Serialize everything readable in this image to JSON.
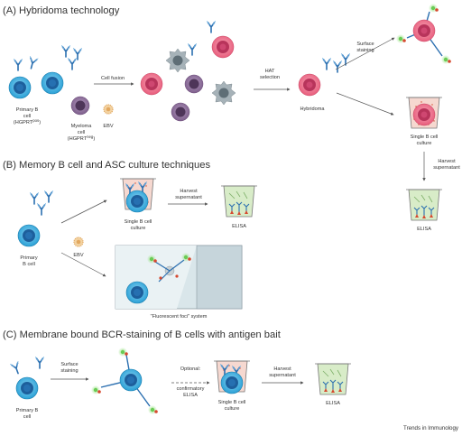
{
  "sections": {
    "a_title": "(A) Hybridoma technology",
    "b_title": "(B) Memory B cell and ASC culture techniques",
    "c_title": "(C) Membrane bound BCR-staining of B cells with antigen bait"
  },
  "labels": {
    "primary_b_cell_a_l1": "Primary B",
    "primary_b_cell_a_l2": "cell",
    "primary_b_cell_a_l3": "(HGPRT",
    "primary_b_cell_a_sup": "pos",
    "myeloma_l1": "Myeloma",
    "myeloma_l2": "cell",
    "myeloma_l3": "(HGPRT",
    "myeloma_sup": "neg",
    "ebv_a": "EBV",
    "cell_fusion": "Cell fusion",
    "hat_l1": "HAT",
    "hat_l2": "selection",
    "hybridoma": "Hybridoma",
    "surface_staining_a_l1": "Surface",
    "surface_staining_a_l2": "staining",
    "single_b_culture_a_l1": "Single B cell",
    "single_b_culture_a_l2": "culture",
    "harvest_a_l1": "Harvest",
    "harvest_a_l2": "supernatant",
    "elisa_a": "ELISA",
    "primary_b_cell_b_l1": "Primary",
    "primary_b_cell_b_l2": "B cell",
    "ebv_b": "EBV",
    "single_b_culture_b_l1": "Single B cell",
    "single_b_culture_b_l2": "culture",
    "harvest_b_l1": "Harvest",
    "harvest_b_l2": "supernatant",
    "elisa_b": "ELISA",
    "fluorescent_foci": "\"Fluorescent foci\" system",
    "primary_b_cell_c_l1": "Primary B",
    "primary_b_cell_c_l2": "cell",
    "surface_staining_c_l1": "Surface",
    "surface_staining_c_l2": "staining",
    "optional_l1": "Optional:",
    "optional_l2": "confirmatory",
    "optional_l3": "ELISA",
    "single_b_culture_c_l1": "Single B cell",
    "single_b_culture_c_l2": "culture",
    "harvest_c_l1": "Harvest",
    "harvest_c_l2": "supernatant",
    "elisa_c": "ELISA"
  },
  "credit": "Trends in Immunology",
  "colors": {
    "b_cell": "#2aa1d6",
    "myeloma": "#8a6b96",
    "hybridoma": "#e85d7c",
    "ebv": "#e2a860",
    "antibody": "#2b6fb0",
    "antigen": "#d6492f",
    "fluor": "#7fd76a",
    "culture_fill": "#f6d8d0",
    "elisa_fill": "#d8ecc8",
    "activated_cell": "#a6b2b8"
  },
  "icons": [
    "b-cell-icon",
    "myeloma-cell-icon",
    "hybridoma-cell-icon",
    "ebv-virus-icon",
    "antibody-icon",
    "antigen-bait-icon",
    "culture-well-icon",
    "elisa-well-icon",
    "arrow-icon"
  ]
}
